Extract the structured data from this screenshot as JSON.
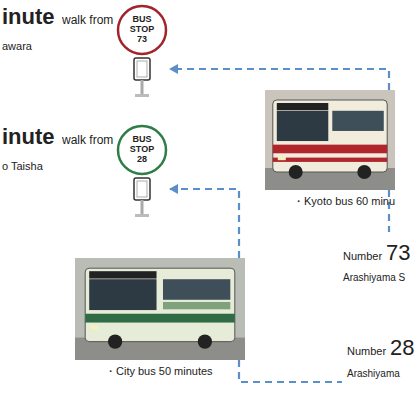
{
  "diagram": {
    "nodes": [
      {
        "text": [
          "BUS STOP 73"
        ]
      },
      {
        "text": [
          "BUS STOP 28"
        ]
      },
      {
        "text": [
          "・Kyoto bus 60 minu"
        ]
      },
      {
        "text": [
          "・City bus 50 minutes"
        ]
      }
    ],
    "edges": [
      {
        "from": 2,
        "to": 0,
        "arrow": "to"
      },
      {
        "from": 3,
        "to": 1,
        "arrow": "to"
      }
    ],
    "labels": [
      "inute",
      "walk from",
      "awara",
      "inute",
      "walk from",
      "o Taisha",
      "Number",
      "73",
      "Arashiyama S",
      "Number",
      "28",
      "Arashiyama"
    ]
  }
}
